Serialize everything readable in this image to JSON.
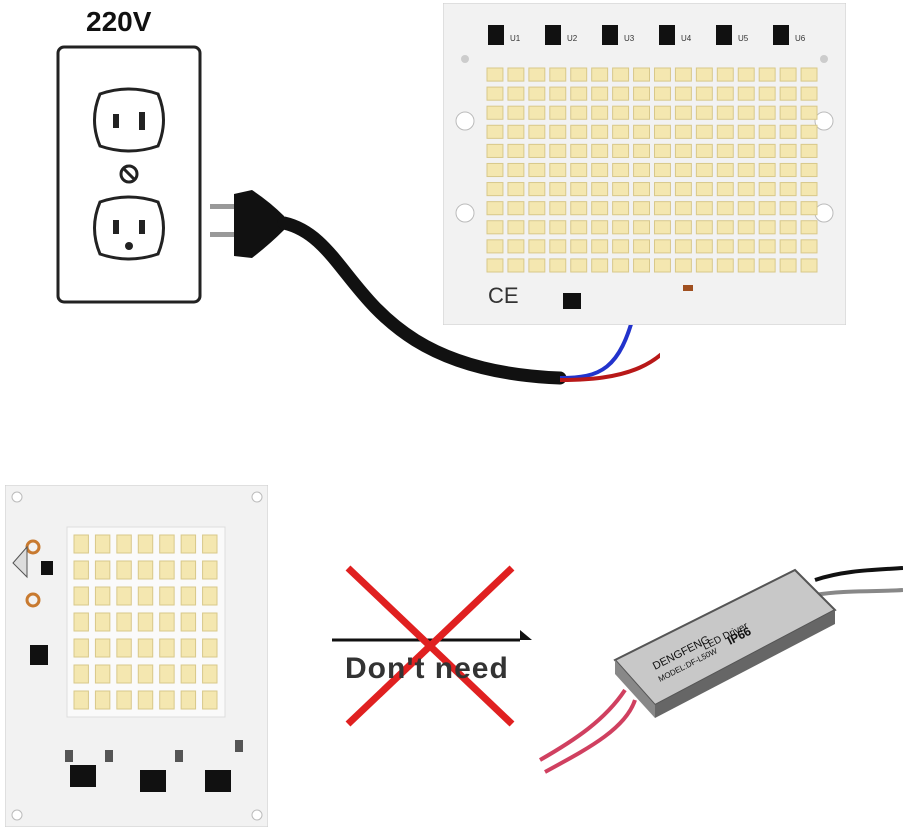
{
  "top_label": "220V",
  "crossed_label": "Don't need",
  "big_board": {
    "ic_labels": [
      "U1",
      "U2",
      "U3",
      "U4",
      "U5",
      "U6"
    ],
    "ce_mark": "CE",
    "led_rows": 11,
    "led_cols": 16
  },
  "small_board": {
    "led_rows": 7,
    "led_cols": 7
  },
  "driver": {
    "brand": "DENGFENG",
    "model": "MODEL:DF-L50W",
    "title": "LED Driver",
    "rating": "IP66"
  },
  "colors": {
    "board": "#f2f2f2",
    "led": "#f4e7b0",
    "cross": "#e02020",
    "wire_blue": "#2233cc",
    "wire_red": "#b81818",
    "cable": "#111111"
  }
}
